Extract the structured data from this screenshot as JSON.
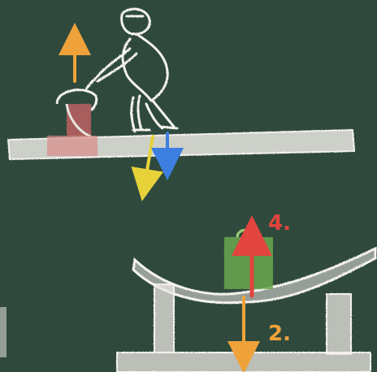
{
  "scene": {
    "board_color": "#2f4a3d",
    "chalk_white": "#e9e6e2",
    "labels": {
      "force_4": "4.",
      "force_2": "2."
    },
    "colors": {
      "orange": "#f0a23a",
      "yellow": "#e7d339",
      "blue": "#3c7fe0",
      "red": "#e2443e",
      "green": "#6aa84f",
      "pink": "#d88a87"
    },
    "icons": [
      "person-drawing",
      "bucket-drawing",
      "flat-plank",
      "bent-plank",
      "support-block",
      "weight-block",
      "force-arrow"
    ]
  }
}
